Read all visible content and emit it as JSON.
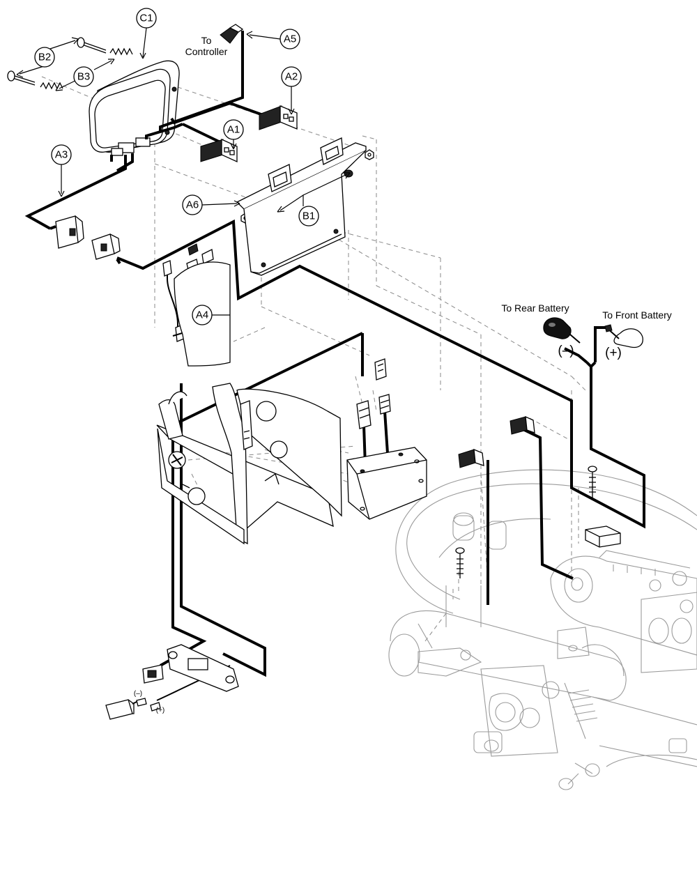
{
  "callouts": {
    "c1": "C1",
    "b2": "B2",
    "b3": "B3",
    "a5": "A5",
    "a2": "A2",
    "a1": "A1",
    "a3": "A3",
    "a6": "A6",
    "b1": "B1",
    "a4": "A4"
  },
  "labels": {
    "to_controller_line1": "To",
    "to_controller_line2": "Controller",
    "to_rear_battery": "To Rear Battery",
    "to_front_battery": "To Front Battery",
    "negative": "(–)",
    "positive": "(+)",
    "small_negative": "(–)",
    "small_positive": "(+)"
  }
}
